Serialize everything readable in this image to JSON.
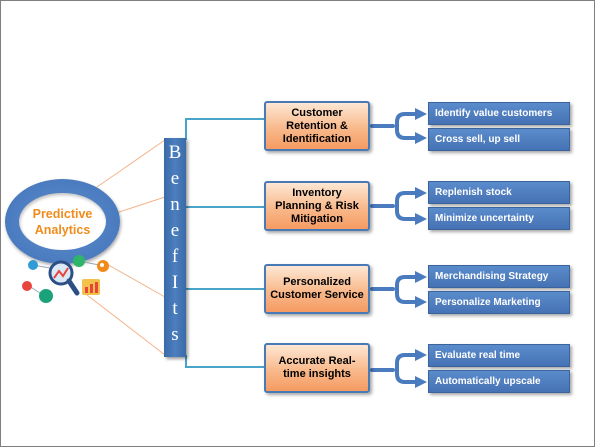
{
  "center": {
    "title": "Predictive Analytics"
  },
  "benefits_bar": {
    "letters": [
      "B",
      "e",
      "n",
      "e",
      "f",
      "I",
      "t",
      "s"
    ]
  },
  "categories": [
    {
      "label": "Customer Retention & Identification",
      "items": [
        "Identify value customers",
        "Cross  sell, up sell"
      ]
    },
    {
      "label": "Inventory Planning  & Risk Mitigation",
      "items": [
        "Replenish  stock",
        "Minimize  uncertainty"
      ]
    },
    {
      "label": "Personalized Customer Service",
      "items": [
        "Merchandising Strategy",
        "Personalize Marketing"
      ]
    },
    {
      "label": "Accurate Real-time insights",
      "items": [
        "Evaluate real time",
        "Automatically upscale"
      ]
    }
  ],
  "colors": {
    "accent_blue": "#4a7bbf",
    "title_orange": "#f08c1c",
    "category_fill": "#f9b98b",
    "connector": "#4aa3c8",
    "guide_line": "#f2b48a"
  },
  "icons": [
    "magnifier-icon",
    "bar-chart-icon",
    "network-nodes-icon"
  ]
}
